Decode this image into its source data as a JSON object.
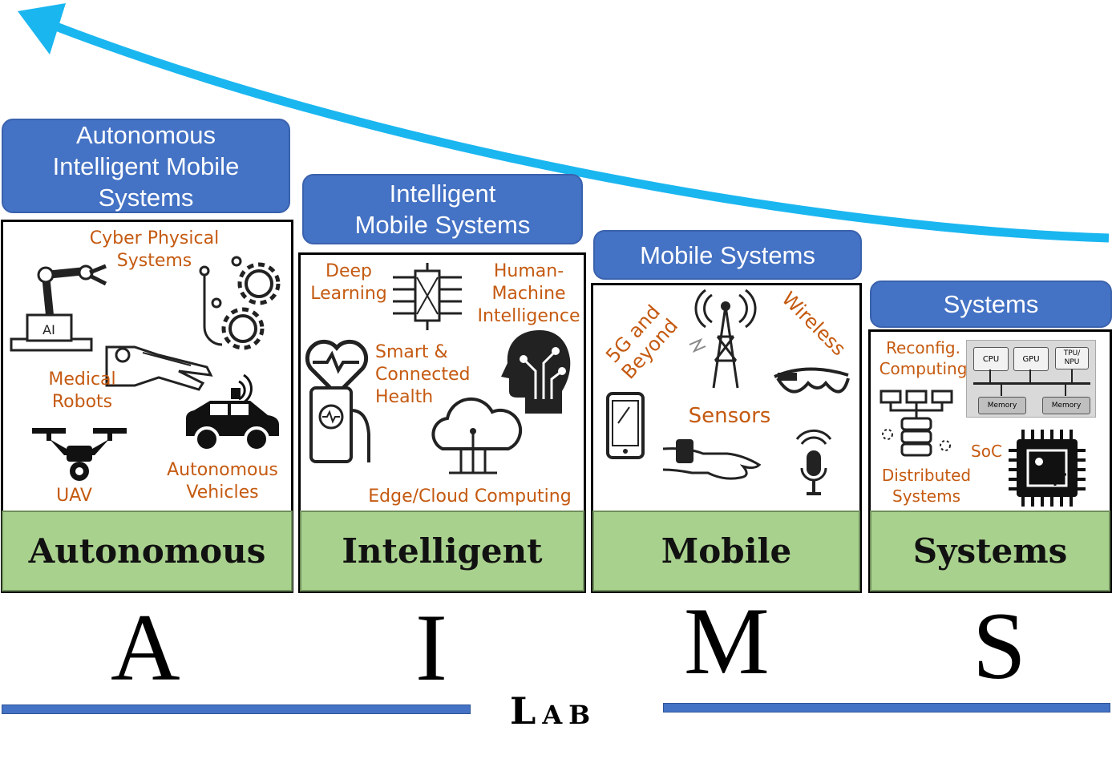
{
  "levels": [
    {
      "header": "Autonomous Intelligent Mobile Systems",
      "name": "Autonomous",
      "letter": "A"
    },
    {
      "header": "Intelligent Mobile Systems",
      "name": "Intelligent",
      "letter": "I"
    },
    {
      "header": "Mobile Systems",
      "name": "Mobile",
      "letter": "M"
    },
    {
      "header": "Systems",
      "name": "Systems",
      "letter": "S"
    }
  ],
  "autonomous_items": {
    "cps": "Cyber Physical Systems",
    "medical": "Medical Robots",
    "uav": "UAV",
    "vehicles": "Autonomous Vehicles"
  },
  "intelligent_items": {
    "dl": "Deep Learning",
    "hmi": "Human-Machine Intelligence",
    "health": "Smart & Connected Health",
    "edge": "Edge/Cloud Computing"
  },
  "mobile_items": {
    "fiveg": "5G and Beyond",
    "wireless": "Wireless",
    "sensors": "Sensors"
  },
  "systems_items": {
    "reconfig": "Reconfig. Computing",
    "distributed": "Distributed Systems",
    "soc": "SoC",
    "cpu": "CPU",
    "gpu": "GPU",
    "tpu": "TPU/ NPU",
    "mem1": "Memory",
    "mem2": "Memory"
  },
  "lab": "Lab",
  "colors": {
    "arrow": "#1ab6f0",
    "header": "#4472c4",
    "bar": "#a9d18e",
    "accent": "#c55a11"
  }
}
